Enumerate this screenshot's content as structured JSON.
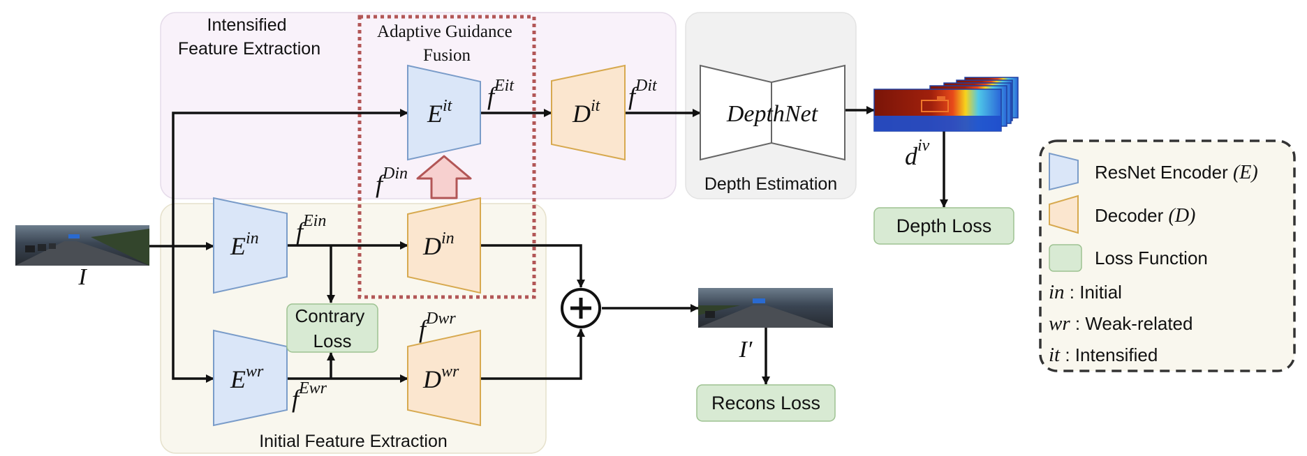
{
  "regions": {
    "intensified": "Intensified\nFeature Extraction",
    "initial": "Initial Feature Extraction",
    "depth_estimation": "Depth Estimation",
    "adaptive": "Adaptive Guidance\nFusion"
  },
  "nodes": {
    "E_it": {
      "base": "E",
      "sup": "it"
    },
    "D_it": {
      "base": "D",
      "sup": "it"
    },
    "E_in": {
      "base": "E",
      "sup": "in"
    },
    "D_in": {
      "base": "D",
      "sup": "in"
    },
    "E_wr": {
      "base": "E",
      "sup": "wr"
    },
    "D_wr": {
      "base": "D",
      "sup": "wr"
    },
    "depthnet": "DepthNet"
  },
  "features": {
    "f_Eit": {
      "base": "f",
      "sup": "Eit"
    },
    "f_Dit": {
      "base": "f",
      "sup": "Dit"
    },
    "f_Din": {
      "base": "f",
      "sup": "Din"
    },
    "f_Ein": {
      "base": "f",
      "sup": "Ein"
    },
    "f_Dwr": {
      "base": "f",
      "sup": "Dwr"
    },
    "f_Ewr": {
      "base": "f",
      "sup": "Ewr"
    },
    "d_iv": {
      "base": "d",
      "sup": "iv"
    }
  },
  "symbols": {
    "input": "I",
    "recon": "I′",
    "plus": "+"
  },
  "losses": {
    "contrary": "Contrary\nLoss",
    "depth": "Depth Loss",
    "recons": "Recons Loss"
  },
  "legend": {
    "encoder": {
      "label": "ResNet Encoder ",
      "sym": "(E)"
    },
    "decoder": {
      "label": "Decoder ",
      "sym": "(D)"
    },
    "loss": {
      "label": "Loss Function"
    },
    "abbr": [
      {
        "sym": "in",
        "text": "Initial"
      },
      {
        "sym": "wr",
        "text": "Weak-related"
      },
      {
        "sym": "it",
        "text": "Intensified"
      }
    ]
  },
  "colors": {
    "encoder_fill": "#dae6f8",
    "encoder_stroke": "#7a9cc9",
    "decoder_fill": "#fbe6cf",
    "decoder_stroke": "#d7a94f",
    "loss_fill": "#d8ead3",
    "loss_stroke": "#9dc291",
    "intensified_bg": "#f9f2fa",
    "initial_bg": "#f9f7ee",
    "depth_bg": "#f1f1f1",
    "adaptive_border": "#b25656",
    "guidance_arrow": "#f7d0cf"
  }
}
